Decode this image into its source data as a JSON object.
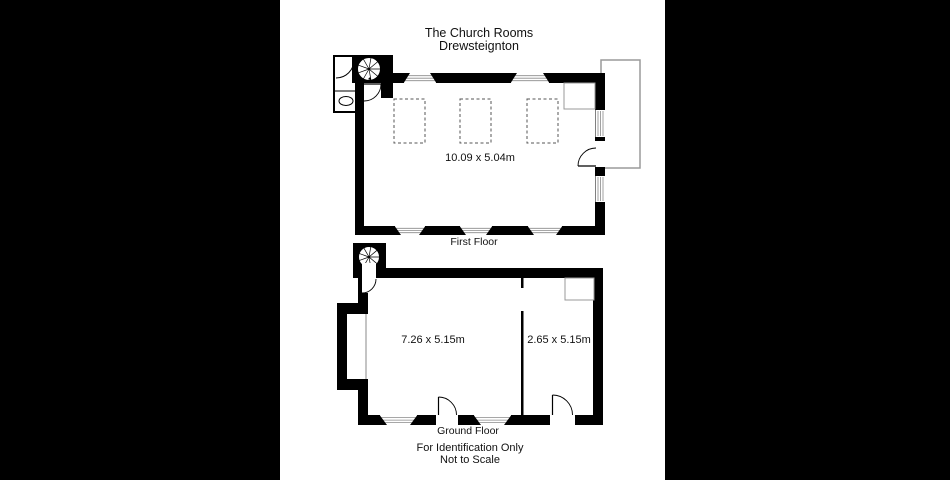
{
  "page": {
    "title_line1": "The Church Rooms",
    "title_line2": "Drewsteignton",
    "footer_line1": "For Identification Only",
    "footer_line2": "Not to Scale",
    "colors": {
      "surround": "#000000",
      "paper": "#ffffff",
      "wall": "#000000",
      "detail_line": "#8a8a8a",
      "text": "#111111"
    }
  },
  "first_floor": {
    "label": "First Floor",
    "dimensions": "10.09 x 5.04m"
  },
  "ground_floor": {
    "label": "Ground Floor",
    "left_room_dimensions": "7.26 x 5.15m",
    "right_room_dimensions": "2.65 x 5.15m"
  }
}
